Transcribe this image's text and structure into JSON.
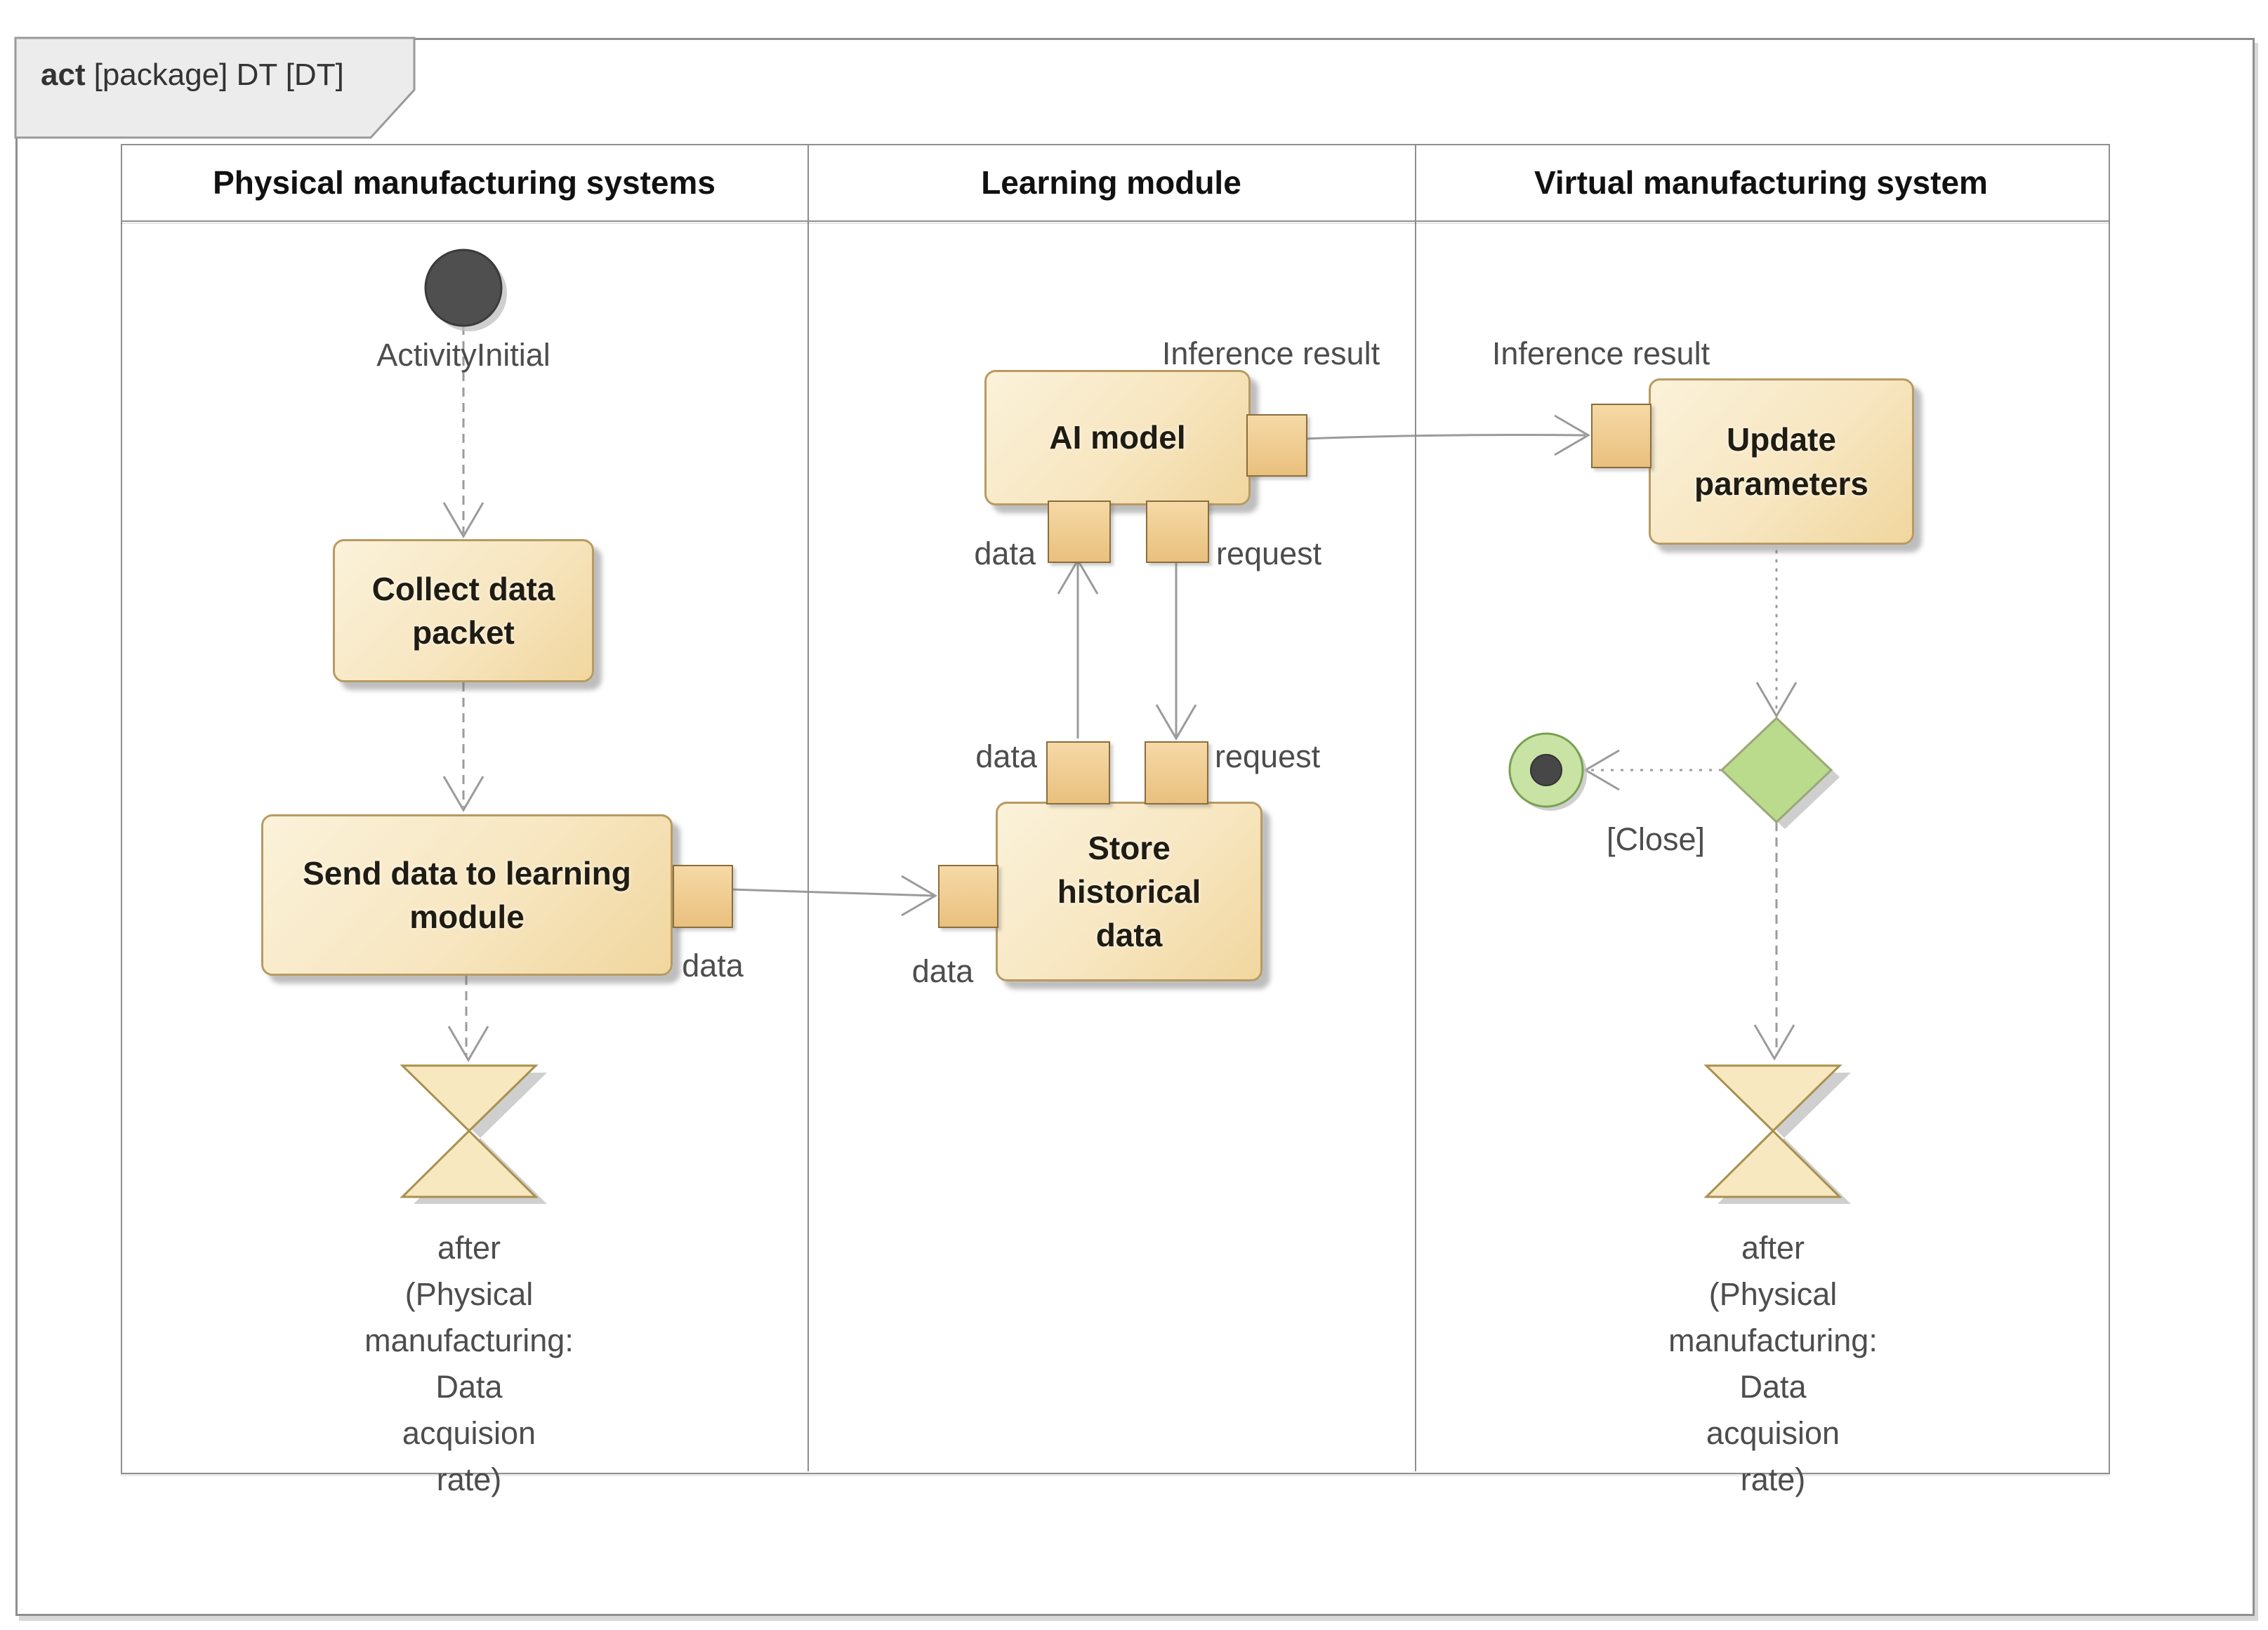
{
  "tab": {
    "keyword": "act",
    "context": "[package] DT [DT]"
  },
  "lanes": [
    {
      "title": "Physical manufacturing systems"
    },
    {
      "title": "Learning module"
    },
    {
      "title": "Virtual manufacturing system"
    }
  ],
  "nodes": {
    "initial_label": "ActivityInitial",
    "collect_label": "Collect data packet",
    "send_label": "Send data to learning module",
    "ai_label": "AI model",
    "store_label": "Store historical data",
    "update_label": "Update parameters"
  },
  "edge_labels": {
    "send_pin_data": "data",
    "store_in_data": "data",
    "ai_in_data": "data",
    "store_out_data": "data",
    "ai_request": "request",
    "store_request": "request",
    "inference_learning": "Inference result",
    "inference_virtual": "Inference result",
    "close_guard": "[Close]"
  },
  "notes": {
    "physical_wait": {
      "lines": [
        "after",
        "(Physical",
        "manufacturing:",
        "Data",
        "acquision",
        "rate)"
      ]
    },
    "virtual_wait": {
      "lines": [
        "after",
        "(Physical",
        "manufacturing:",
        "Data",
        "acquision",
        "rate)"
      ]
    }
  },
  "colors": {
    "node_light": "#fbf2da",
    "node_mid": "#f7e6c0",
    "node_dark": "#f1d69e",
    "node_border": "#b89a62",
    "pin_light": "#f6d9a6",
    "pin_dark": "#e9c07e",
    "pin_border": "#8a6d3d",
    "line": "#9b9b9b",
    "text": "#201c12",
    "note": "#4d4d4d",
    "header_text": "#111111",
    "lane_border": "#8f8f8f",
    "tab_fill": "#ececec",
    "tab_border": "#9a9a9a",
    "hourglass_fill": "#f8e8c0",
    "hourglass_border": "#a8904f",
    "diamond_fill": "#bada8c",
    "diamond_border": "#9aa878",
    "final_ring": "#c8e3a4",
    "final_border": "#77a14f",
    "initial_fill": "#4f4f4f"
  }
}
